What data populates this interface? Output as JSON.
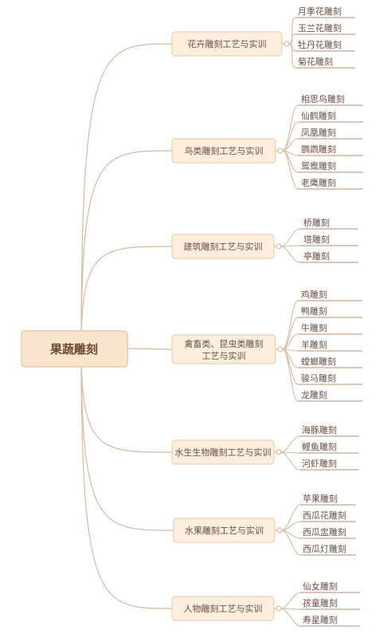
{
  "root": {
    "label": "果蔬雕刻"
  },
  "colors": {
    "line": "#d7b9a0",
    "leaf_underline": "#c8a58c",
    "box_fill": "#fdeede",
    "box_stroke": "#f0cfae",
    "root_fill": "#fbe4cd",
    "root_stroke": "#efc9a3",
    "text": "#6b5040"
  },
  "branches": [
    {
      "label": "花卉雕刻工艺与实训",
      "leaves": [
        "月季花雕刻",
        "玉兰花雕刻",
        "牡丹花雕刻",
        "菊花雕刻"
      ]
    },
    {
      "label": "鸟类雕刻工艺与实训",
      "leaves": [
        "相思鸟雕刻",
        "仙鹤雕刻",
        "凤凰雕刻",
        "鹦鹉雕刻",
        "鸳鸯雕刻",
        "老鹰雕刻"
      ]
    },
    {
      "label": "建筑雕刻工艺与实训",
      "leaves": [
        "桥雕刻",
        "塔雕刻",
        "亭雕刻"
      ]
    },
    {
      "label": "禽畜类、昆虫类雕刻",
      "label2": "工艺与实训",
      "leaves": [
        "鸡雕刻",
        "鸭雕刻",
        "牛雕刻",
        "羊雕刻",
        "螳螂雕刻",
        "骏马雕刻",
        "龙雕刻"
      ]
    },
    {
      "label": "水生生物雕刻工艺与实训",
      "leaves": [
        "海豚雕刻",
        "鲤鱼雕刻",
        "河虾雕刻"
      ]
    },
    {
      "label": "水果雕刻工艺与实训",
      "leaves": [
        "苹果雕刻",
        "西瓜花雕刻",
        "西瓜盅雕刻",
        "西瓜灯雕刻"
      ]
    },
    {
      "label": "人物雕刻工艺与实训",
      "leaves": [
        "仙女雕刻",
        "孩童雕刻",
        "寿星雕刻"
      ]
    }
  ]
}
